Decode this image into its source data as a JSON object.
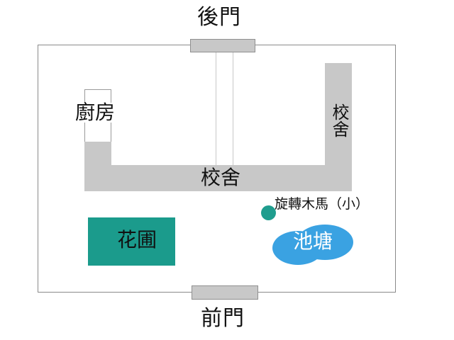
{
  "labels": {
    "back_gate": "後門",
    "front_gate": "前門",
    "kitchen": "廚房",
    "school_building_main": "校舍",
    "school_building_side": "校舍",
    "merry_go_round": "旋轉木馬（小）",
    "pond": "池塘",
    "garden": "花圃"
  },
  "colors": {
    "building": "#c8c8c8",
    "garden": "#1b9b8c",
    "pond": "#3aa2e2",
    "merry_go_round": "#1f9d8e",
    "outline": "#8a8a8a"
  }
}
